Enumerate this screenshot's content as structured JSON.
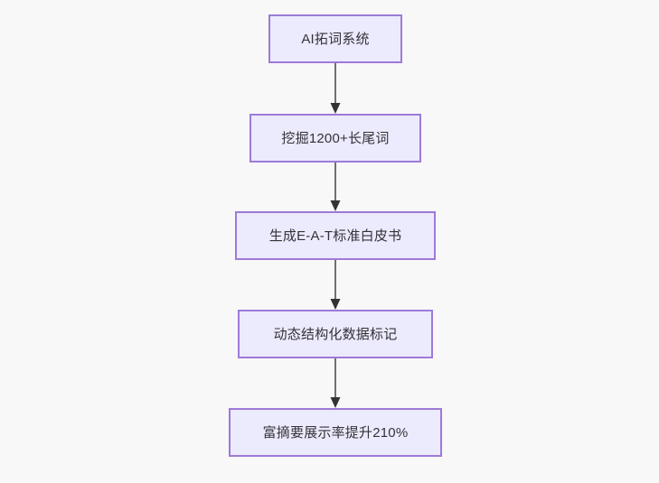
{
  "diagram": {
    "type": "flowchart",
    "direction": "top-to-bottom",
    "background_color": "#f8f8f8",
    "node_fill_color": "#eceafd",
    "node_border_color": "#9d7ad8",
    "node_text_color": "#333338",
    "connector_color": "#707070",
    "nodes": [
      {
        "id": "n1",
        "label": "AI拓词系统"
      },
      {
        "id": "n2",
        "label": "挖掘1200+长尾词"
      },
      {
        "id": "n3",
        "label": "生成E-A-T标准白皮书"
      },
      {
        "id": "n4",
        "label": "动态结构化数据标记"
      },
      {
        "id": "n5",
        "label": "富摘要展示率提升210%"
      }
    ],
    "edges": [
      {
        "from": "n1",
        "to": "n2",
        "arrow": "arrow-down-icon"
      },
      {
        "from": "n2",
        "to": "n3",
        "arrow": "arrow-down-icon"
      },
      {
        "from": "n3",
        "to": "n4",
        "arrow": "arrow-down-icon"
      },
      {
        "from": "n4",
        "to": "n5",
        "arrow": "arrow-down-icon"
      }
    ]
  }
}
